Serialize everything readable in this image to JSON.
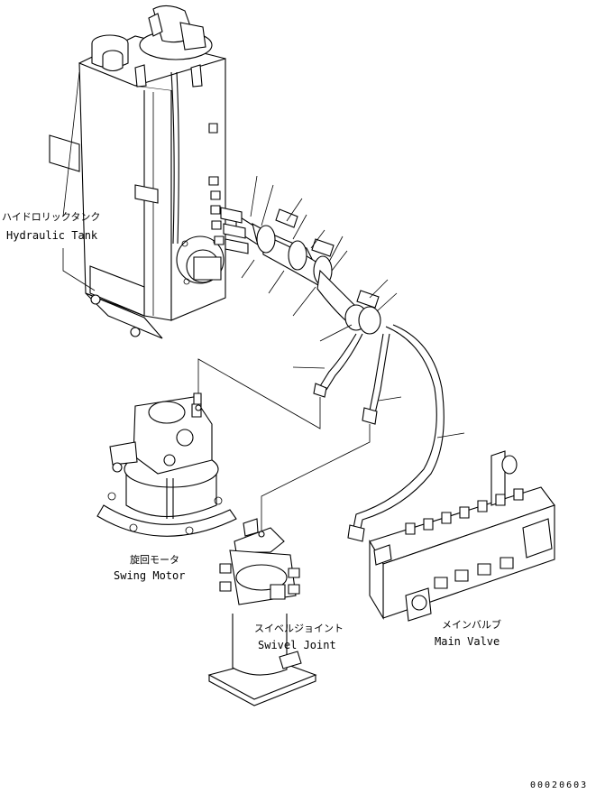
{
  "labels": {
    "hydraulic_tank_jp": "ハイドロリックタンク",
    "hydraulic_tank_en": "Hydraulic Tank",
    "swing_motor_jp": "旋回モータ",
    "swing_motor_en": "Swing Motor",
    "swivel_joint_jp": "スイベルジョイント",
    "swivel_joint_en": "Swivel Joint",
    "main_valve_jp": "メインバルブ",
    "main_valve_en": "Main Valve"
  },
  "drawing_number": "00020603"
}
